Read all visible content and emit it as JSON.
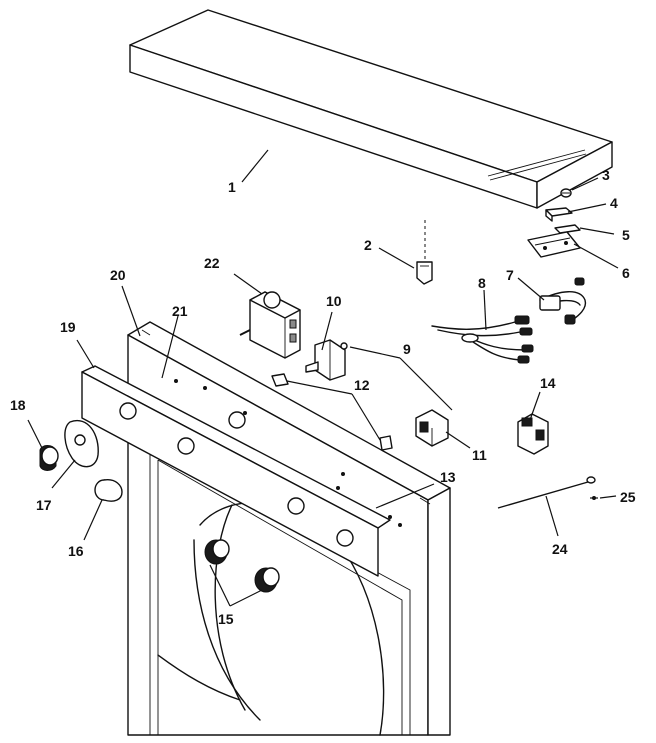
{
  "diagram": {
    "callouts": [
      {
        "id": "c1",
        "text": "1"
      },
      {
        "id": "c2",
        "text": "2"
      },
      {
        "id": "c3",
        "text": "3"
      },
      {
        "id": "c4",
        "text": "4"
      },
      {
        "id": "c5",
        "text": "5"
      },
      {
        "id": "c6",
        "text": "6"
      },
      {
        "id": "c7",
        "text": "7"
      },
      {
        "id": "c8",
        "text": "8"
      },
      {
        "id": "c9",
        "text": "9"
      },
      {
        "id": "c10",
        "text": "10"
      },
      {
        "id": "c11",
        "text": "11"
      },
      {
        "id": "c12",
        "text": "12"
      },
      {
        "id": "c13",
        "text": "13"
      },
      {
        "id": "c14",
        "text": "14"
      },
      {
        "id": "c15",
        "text": "15"
      },
      {
        "id": "c16",
        "text": "16"
      },
      {
        "id": "c17",
        "text": "17"
      },
      {
        "id": "c18",
        "text": "18"
      },
      {
        "id": "c19",
        "text": "19"
      },
      {
        "id": "c20",
        "text": "20"
      },
      {
        "id": "c21",
        "text": "21"
      },
      {
        "id": "c22",
        "text": "22"
      },
      {
        "id": "c24",
        "text": "24"
      },
      {
        "id": "c25",
        "text": "25"
      }
    ]
  }
}
